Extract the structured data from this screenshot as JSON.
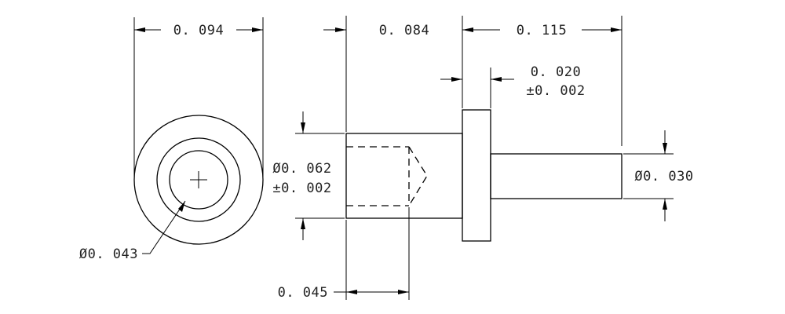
{
  "dimensions": {
    "end_view_width": "0. 094",
    "body_length": "0. 084",
    "pin_length": "0. 115",
    "flange_thickness": "0. 020",
    "flange_thickness_tol": "±0. 002",
    "body_diameter": "Ø0. 062",
    "body_diameter_tol": "±0. 002",
    "pin_diameter": "Ø0. 030",
    "hole_diameter": "Ø0. 043",
    "hole_depth": "0. 045"
  }
}
